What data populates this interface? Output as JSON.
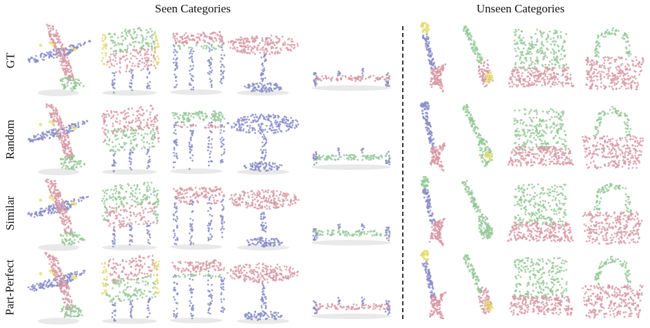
{
  "headers": {
    "seen": "Seen Categories",
    "unseen": "Unseen Categories"
  },
  "rows": [
    {
      "label": "GT"
    },
    {
      "label": "Random"
    },
    {
      "label": "Similar"
    },
    {
      "label": "Part-Perfect"
    }
  ],
  "colors": {
    "pink": "#e5a0ac",
    "blue": "#8e94d6",
    "green": "#9ad49c",
    "yellow": "#f0e86a",
    "shadow": "#e9e9e9"
  },
  "objects": [
    {
      "name": "airplane",
      "category": "seen"
    },
    {
      "name": "chair",
      "category": "seen"
    },
    {
      "name": "table-square",
      "category": "seen"
    },
    {
      "name": "table-round",
      "category": "seen"
    },
    {
      "name": "bench",
      "category": "seen"
    },
    {
      "name": "guitar",
      "category": "unseen"
    },
    {
      "name": "guitar-side",
      "category": "unseen"
    },
    {
      "name": "laptop",
      "category": "unseen"
    },
    {
      "name": "bag",
      "category": "unseen"
    }
  ]
}
